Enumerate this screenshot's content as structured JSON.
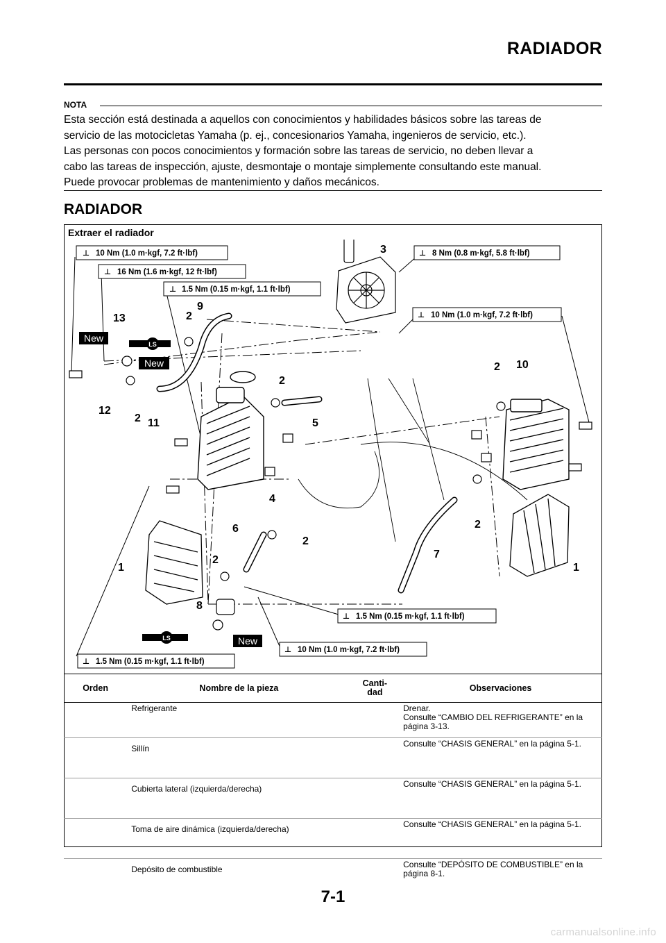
{
  "header": {
    "title": "RADIADOR"
  },
  "note": {
    "label": "NOTA",
    "lines": [
      "Esta sección está destinada a aquellos con conocimientos y habilidades básicos sobre las tareas de",
      "servicio de las motocicletas Yamaha (p. ej., concesionarios Yamaha, ingenieros de servicio, etc.).",
      "Las personas con pocos conocimientos y formación sobre las tareas de servicio, no deben llevar a",
      "cabo las tareas de inspección, ajuste, desmontaje o montaje simplemente consultando este manual.",
      "Puede provocar problemas de mantenimiento y daños mecánicos."
    ]
  },
  "section_title": "RADIADOR",
  "procedure_title": "Extraer el radiador",
  "diagram": {
    "torque_labels": [
      "10 Nm (1.0 m·kgf, 7.2 ft·lbf)",
      "16 Nm (1.6 m·kgf, 12 ft·lbf)",
      "1.5 Nm (0.15 m·kgf, 1.1 ft·lbf)",
      "8 Nm (0.8 m·kgf, 5.8 ft·lbf)",
      "10 Nm (1.0 m·kgf, 7.2 ft·lbf)",
      "1.5 Nm (0.15 m·kgf, 1.1 ft·lbf)",
      "10 Nm (1.0 m·kgf, 7.2 ft·lbf)",
      "1.5 Nm (0.15 m·kgf, 1.1 ft·lbf)"
    ],
    "new_tag": "New",
    "ls_tag": "LS",
    "callouts": [
      "3",
      "9",
      "2",
      "13",
      "12",
      "2",
      "11",
      "2",
      "5",
      "2",
      "10",
      "4",
      "6",
      "2",
      "2",
      "1",
      "2",
      "7",
      "8",
      "1"
    ]
  },
  "table": {
    "headers": [
      "Orden",
      "Nombre de la pieza",
      "Canti-\ndad",
      "Observaciones"
    ],
    "rows": [
      {
        "order": "",
        "name": "Refrigerante",
        "qty": "",
        "obs": "Drenar.\nConsulte “CAMBIO DEL REFRIGERANTE” en la página 3-13."
      },
      {
        "order": "",
        "name": "Sillín",
        "qty": "",
        "obs": "Consulte “CHASIS GENERAL” en la página 5-1."
      },
      {
        "order": "",
        "name": "Cubierta lateral (izquierda/derecha)",
        "qty": "",
        "obs": "Consulte “CHASIS GENERAL” en la página 5-1."
      },
      {
        "order": "",
        "name": "Toma de aire dinámica (izquierda/derecha)",
        "qty": "",
        "obs": "Consulte “CHASIS GENERAL” en la página 5-1."
      },
      {
        "order": "",
        "name": "Depósito de combustible",
        "qty": "",
        "obs": "Consulte “DEPÓSITO DE COMBUSTIBLE” en la página 8-1."
      }
    ]
  },
  "page_number": "7-1",
  "watermark": "carmanualsonline.info"
}
